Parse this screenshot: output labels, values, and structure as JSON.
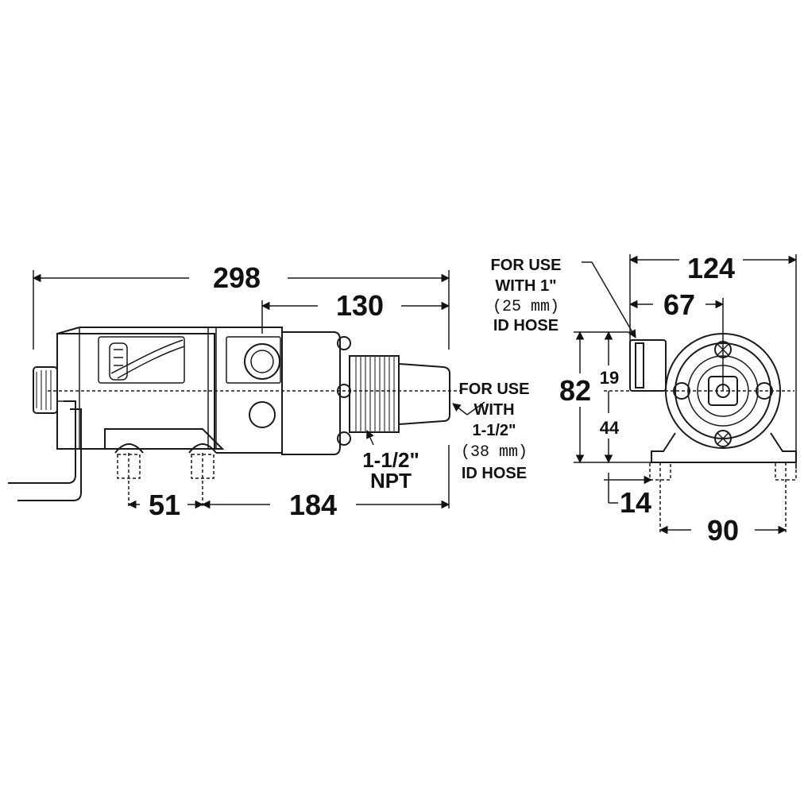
{
  "side_view": {
    "dimensions": {
      "overall_length": "298",
      "port_section": "130",
      "mount_spacing": "51",
      "mount_to_outlet": "184"
    },
    "port_thread": [
      "1-1/2\"",
      "NPT"
    ],
    "outlet_note": [
      "FOR USE",
      "WITH",
      "1-1/2\"",
      "(38 mm)",
      "ID HOSE"
    ]
  },
  "end_view": {
    "dimensions": {
      "overall_width": "124",
      "port_offset": "67",
      "height": "82",
      "upper_offset": "19",
      "lower_offset": "44",
      "foot_offset": "14",
      "mount_width": "90"
    },
    "inlet_note": [
      "FOR USE",
      "WITH 1\"",
      "(25 mm)",
      "ID HOSE"
    ]
  }
}
